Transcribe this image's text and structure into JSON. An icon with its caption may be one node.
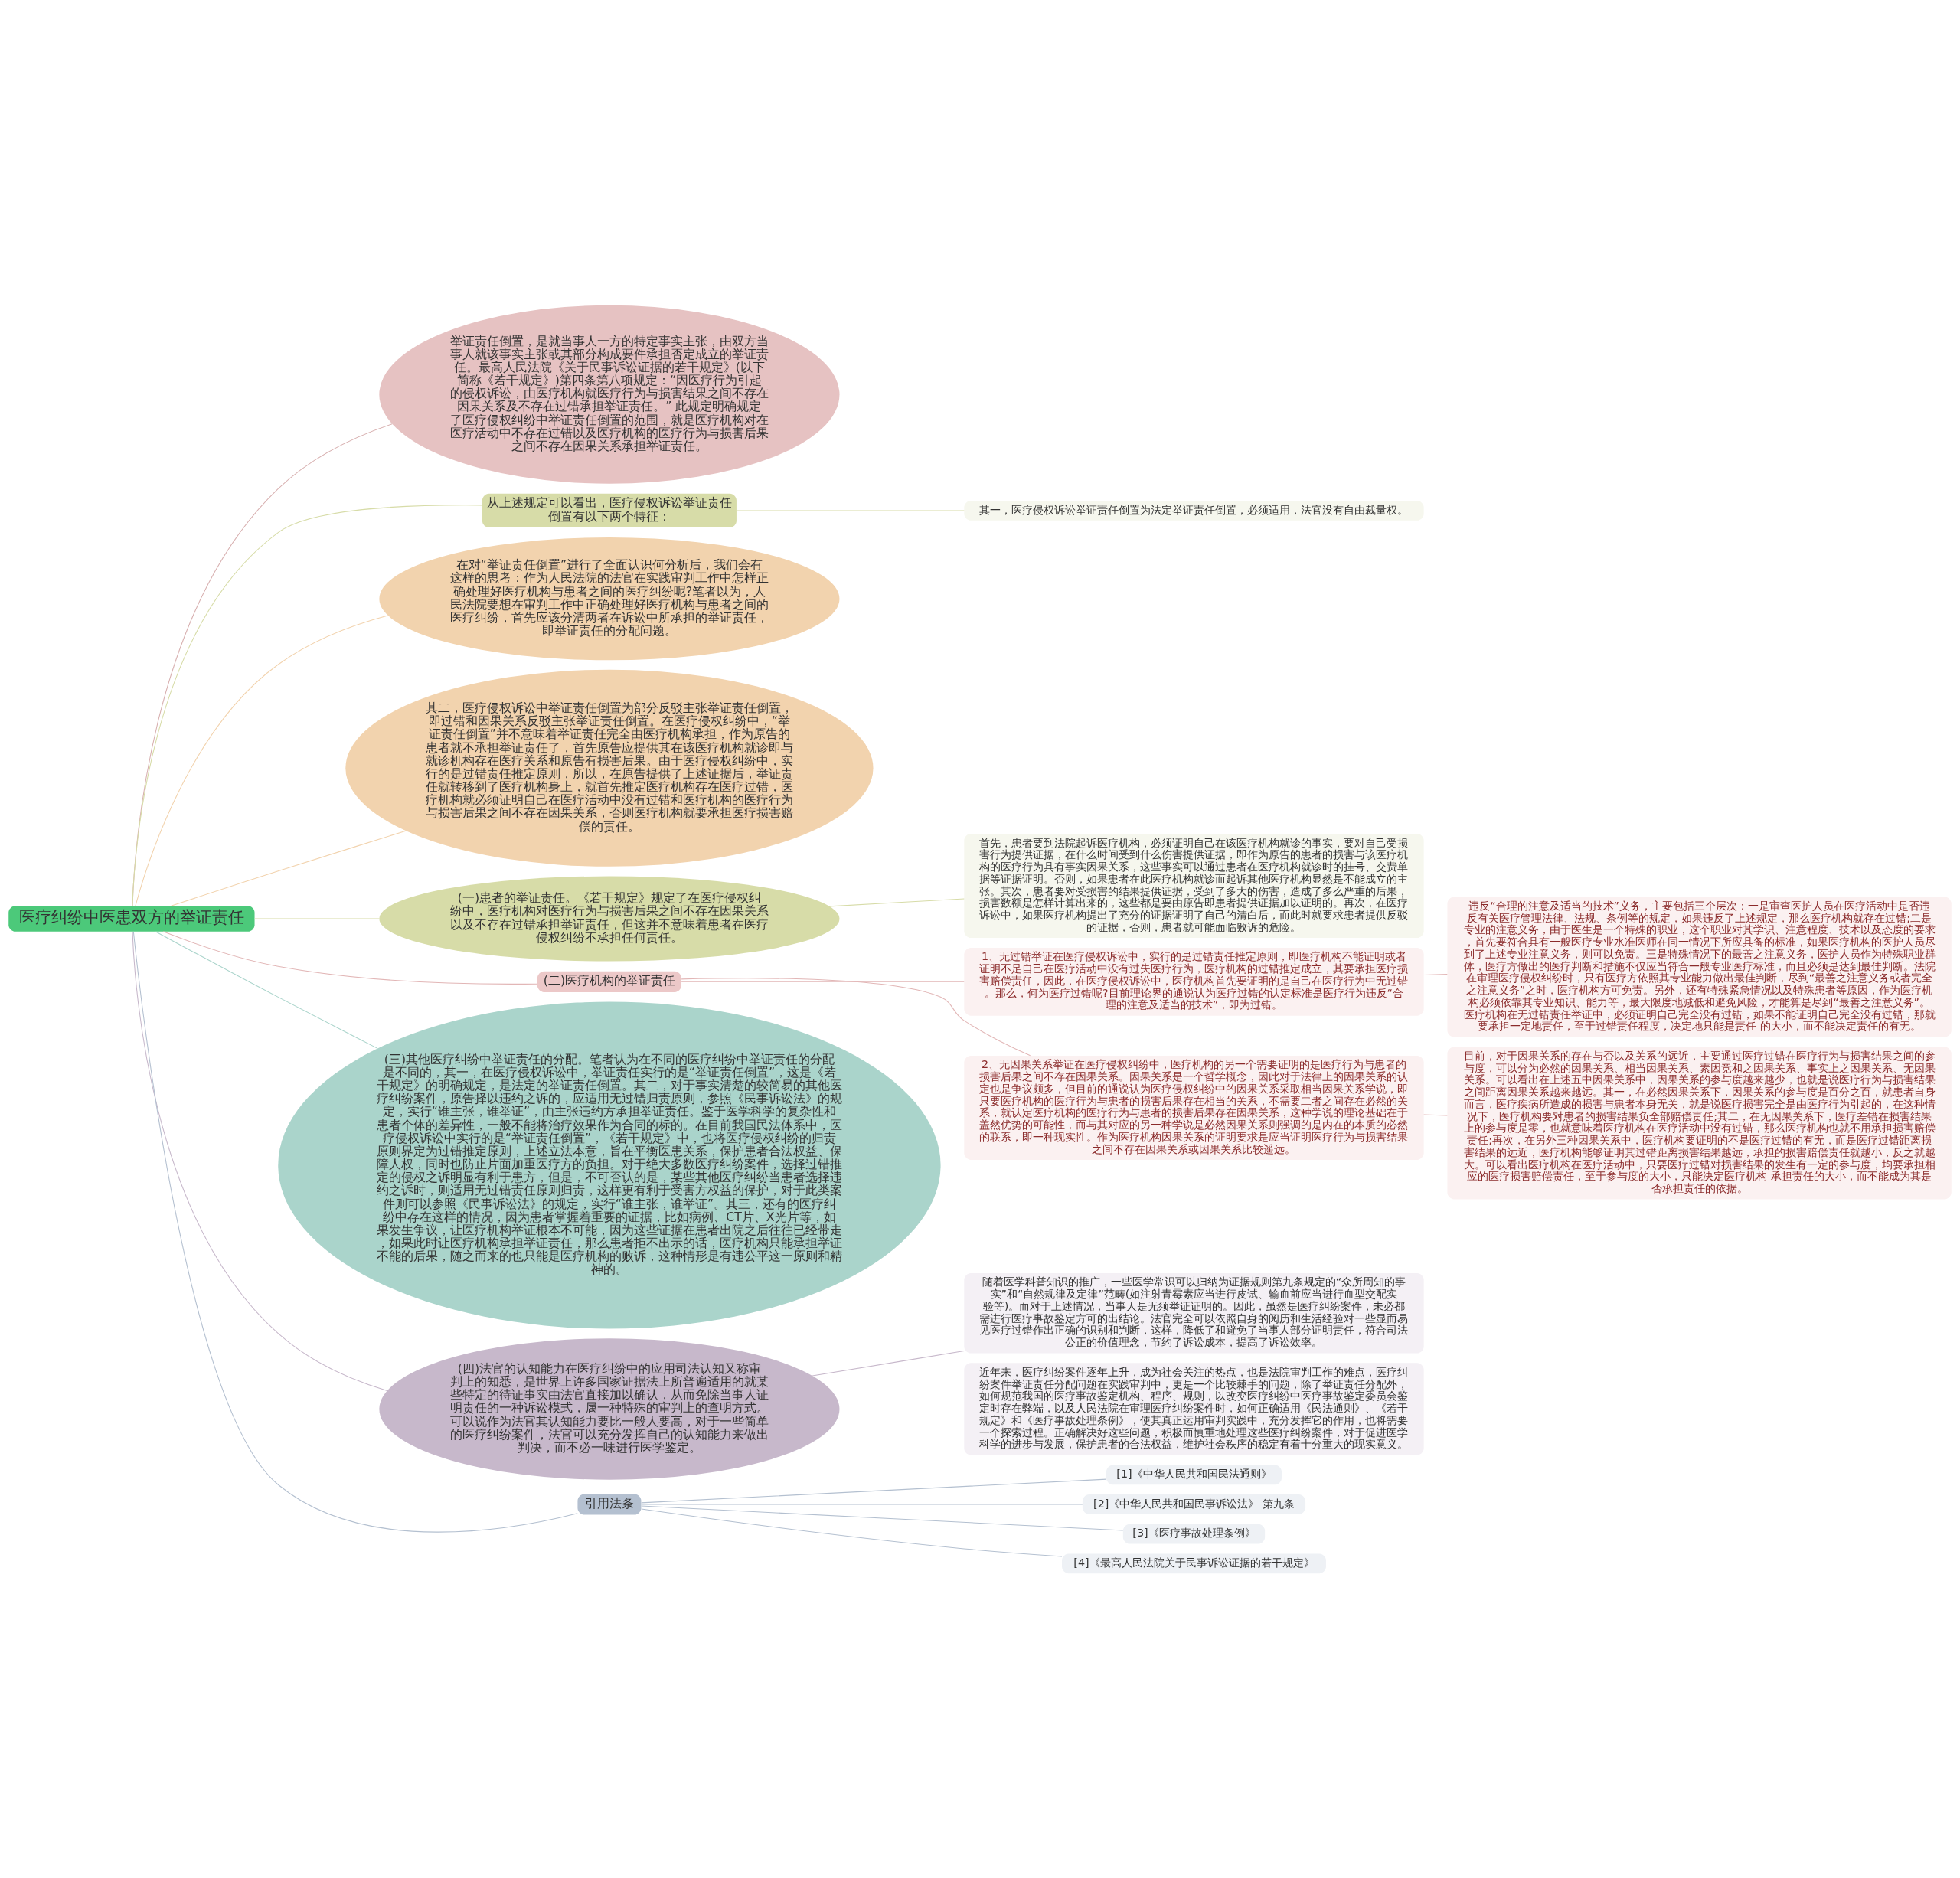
{
  "diagram": {
    "nodes": [
      {
        "text": [
          "医疗纠纷中医患双方的举证责任"
        ]
      },
      {
        "text": [
          "举证责任倒置，是就当事人一方的特定事实主张，由双方当事人就该事实主张或其部分构成要件承担否定成立的举证责任。最高人民法院《关于民事诉讼证据的若干规定》(以下简称《若干规定》)第四条第八项规定：“因医疗行为引起的侵权诉讼，由医疗机构就医疗行为与损害结果之间不存在因果关系及不存在过错承担举证责任。” 此规定明确规定了医疗侵权纠纷中举证责任倒置的范围，就是医疗机构对在医疗活动中不存在过错以及医疗机构的医疗行为与损害后果之间不存在因果关系承担举证责任。"
        ]
      },
      {
        "text": [
          "从上述规定可以看出，医疗侵权诉讼举证责任倒置有以下两个特征："
        ]
      },
      {
        "text": [
          "其一，医疗侵权诉讼举证责任倒置为法定举证责任倒置，必须适用，法官没有自由裁量权。"
        ]
      },
      {
        "text": [
          "在对“举证责任倒置”进行了全面认识何分析后，我们会有这样的思考：作为人民法院的法官在实践审判工作中怎样正确处理好医疗机构与患者之间的医疗纠纷呢?笔者以为，人民法院要想在审判工作中正确处理好医疗机构与患者之间的医疗纠纷，首先应该分清两者在诉讼中所承担的举证责任，即举证责任的分配问题。"
        ]
      },
      {
        "text": [
          "其二，医疗侵权诉讼中举证责任倒置为部分反驳主张举证责任倒置，即过错和因果关系反驳主张举证责任倒置。在医疗侵权纠纷中，“举证责任倒置”并不意味着举证责任完全由医疗机构承担，作为原告的患者就不承担举证责任了，首先原告应提供其在该医疗机构就诊即与就诊机构存在医疗关系和原告有损害后果。由于医疗侵权纠纷中，实行的是过错责任推定原则，所以，在原告提供了上述证据后，举证责任就转移到了医疗机构身上，就首先推定医疗机构存在医疗过错，医疗机构就必须证明自己在医疗活动中没有过错和医疗机构的医疗行为与损害后果之间不存在因果关系，否则医疗机构就要承担医疗损害赔偿的责任。"
        ]
      },
      {
        "text": [
          "(一)患者的举证责任。《若干规定》规定了在医疗侵权纠纷中，医疗机构对医疗行为与损害后果之间不存在因果关系以及不存在过错承担举证责任，但这并不意味着患者在医疗侵权纠纷不承担任何责任。"
        ]
      },
      {
        "text": [
          "首先，患者要到法院起诉医疗机构，必须证明自己在该医疗机构就诊的事实，要对自己受损害行为提供证据，在什么时间受到什么伤害提供证据，即作为原告的患者的损害与该医疗机构的医疗行为具有事实因果关系，这些事实可以通过患者在医疗机构就诊时的挂号、交费单据等证据证明。否则，如果患者在此医疗机构就诊而起诉其他医疗机构显然是不能成立的主张。其次，患者要对受损害的结果提供证据，受到了多大的伤害，造成了多么严重的后果，损害数额是怎样计算出来的，这些都是要由原告即患者提供证据加以证明的。再次，在医疗诉讼中，如果医疗机构提出了充分的证据证明了自己的清白后，而此时就要求患者提供反驳的证据，否则，患者就可能面临败诉的危险。"
        ]
      },
      {
        "text": [
          "(二)医疗机构的举证责任"
        ]
      },
      {
        "text": [
          "1、无过错举证在医疗侵权诉讼中，实行的是过错责任推定原则，即医疗机构不能证明或者证明不足自己在医疗活动中没有过失医疗行为，医疗机构的过错推定成立，其要承担医疗损害赔偿责任，因此，在医疗侵权诉讼中，医疗机构首先要证明的是自己在医疗行为中无过错。那么，何为医疗过错呢?目前理论界的通说认为医疗过错的认定标准是医疗行为违反“合理的注意及适当的技术”，即为过错。"
        ]
      },
      {
        "text": [
          "违反“合理的注意及适当的技术”义务，主要包括三个层次：一是审查医护人员在医疗活动中是否违反有关医疗管理法律、法规、条例等的规定，如果违反了上述规定，那么医疗机构就存在过错;二是专业的注意义务，由于医生是一个特殊的职业，这个职业对其学识、注意程度、技术以及态度的要求，首先要符合具有一般医疗专业水准医师在同一情况下所应具备的标准，如果医疗机构的医护人员尽到了上述专业注意义务，则可以免责。三是特殊情况下的最善之注意义务，医护人员作为特殊职业群体，医疗方做出的医疗判断和措施不仅应当符合一般专业医疗标准，而且必须是达到最佳判断。法院在审理医疗侵权纠纷时，只有医疗方依照其专业能力做出最佳判断，尽到“最善之注意义务或者完全之注意义务”之时，医疗机构方可免责。另外，还有特殊紧急情况以及特殊患者等原因，作为医疗机构必须依靠其专业知识、能力等，最大限度地减低和避免风险，才能算是尽到“最善之注意义务”。医疗机构在无过错责任举证中，必须证明自己完全没有过错，如果不能证明自己完全没有过错，那就要承担一定地责任，至于过错责任程度，决定地只能是责任 的大小，而不能决定责任的有无。"
        ]
      },
      {
        "text": [
          "2、无因果关系举证在医疗侵权纠纷中，医疗机构的另一个需要证明的是医疗行为与患者的损害后果之间不存在因果关系。因果关系是一个哲学概念，因此对于法律上的因果关系的认定也是争议颇多，但目前的通说认为医疗侵权纠纷中的因果关系采取相当因果关系学说，即只要医疗机构的医疗行为与患者的损害后果存在相当的关系，不需要二者之间存在必然的关系，就认定医疗机构的医疗行为与患者的损害后果存在因果关系，这种学说的理论基础在于盖然优势的可能性，而与其对应的另一种学说是必然因果关系则强调的是内在的本质的必然的联系，即一种现实性。作为医疗机构因果关系的证明要求是应当证明医疗行为与损害结果之间不存在因果关系或因果关系比较遥远。"
        ]
      },
      {
        "text": [
          "目前，对于因果关系的存在与否以及关系的远近，主要通过医疗过错在医疗行为与损害结果之间的参与度，可以分为必然的因果关系、相当因果关系、素因竞和之因果关系、事实上之因果关系、无因果关系。可以看出在上述五中因果关系中，因果关系的参与度越来越少，也就是说医疗行为与损害结果之间距离因果关系越来越远。其一，在必然因果关系下，因果关系的参与度是百分之百，就患者自身而言，医疗疾病所造成的损害与患者本身无关，就是说医疗损害完全是由医疗行为引起的，在这种情况下，医疗机构要对患者的损害结果负全部赔偿责任;其二，在无因果关系下，医疗差错在损害结果上的参与度是零，也就意味着医疗机构在医疗活动中没有过错，那么医疗机构也就不用承担损害赔偿责任;再次，在另外三种因果关系中，医疗机构要证明的不是医疗过错的有无，而是医疗过错距离损害结果的远近，医疗机构能够证明其过错距离损害结果越远，承担的损害赔偿责任就越小，反之就越大。可以看出医疗机构在医疗活动中，只要医疗过错对损害结果的发生有一定的参与度，均要承担相应的医疗损害赔偿责任，至于参与度的大小，只能决定医疗机构 承担责任的大小，而不能成为其是否承担责任的依据。"
        ]
      },
      {
        "text": [
          "(三)其他医疗纠纷中举证责任的分配。笔者认为在不同的医疗纠纷中举证责任的分配是不同的，其一，在医疗侵权诉讼中，举证责任实行的是“举证责任倒置”，这是《若干规定》的明确规定，是法定的举证责任倒置。其二，对于事实清楚的较简易的其他医疗纠纷案件，原告择以违约之诉的，应适用无过错归责原则，参照《民事诉讼法》的规定，实行“谁主张，谁举证”，由主张违约方承担举证责任。鉴于医学科学的复杂性和患者个体的差异性，一般不能将治疗效果作为合同的标的。在目前我国民法体系中，医疗侵权诉讼中实行的是“举证责任倒置”，《若干规定》中，也将医疗侵权纠纷的归责原则界定为过错推定原则，上述立法本意，旨在平衡医患关系，保护患者合法权益、保障人权，同时也防止片面加重医疗方的负担。对于绝大多数医疗纠纷案件，选择过错推定的侵权之诉明显有利于患方，但是，不可否认的是，某些其他医疗纠纷当患者选择违约之诉时，则适用无过错责任原则归责，这样更有利于受害方权益的保护，对于此类案件则可以参照《民事诉讼法》的规定，实行“谁主张，谁举证”。其三，还有的医疗纠纷中存在这样的情况，因为患者掌握着重要的证据，比如病例、CT片、X光片等，如果发生争议，让医疗机构举证根本不可能，因为这些证据在患者出院之后往往已经带走，如果此时让医疗机构承担举证责任，那么患者拒不出示的话，医疗机构只能承担举证不能的后果，随之而来的也只能是医疗机构的败诉，这种情形是有违公平这一原则和精神的。"
        ]
      },
      {
        "text": [
          "(四)法官的认知能力在医疗纠纷中的应用司法认知又称审判上的知悉，是世界上许多国家证据法上所普遍适用的就某些特定的待证事实由法官直接加以确认，从而免除当事人证明责任的一种诉讼模式，属一种特殊的审判上的查明方式。可以说作为法官其认知能力要比一般人要高，对于一些简单的医疗纠纷案件，法官可以充分发挥自己的认知能力来做出判决，而不必一味进行医学鉴定。"
        ]
      },
      {
        "text": [
          "随着医学科普知识的推广，一些医学常识可以归纳为证据规则第九条规定的“众所周知的事实”和“自然规律及定律”范畴(如注射青霉素应当进行皮试、输血前应当进行血型交配实验等)。而对于上述情况，当事人是无须举证证明的。因此，虽然是医疗纠纷案件，未必都需进行医疗事故鉴定方可的出结论。法官完全可以依照自身的阅历和生活经验对一些显而易见医疗过错作出正确的识别和判断，这样，降低了和避免了当事人部分证明责任，符合司法公正的价值理念，节约了诉讼成本，提高了诉讼效率。"
        ]
      },
      {
        "text": [
          "近年来，医疗纠纷案件逐年上升，成为社会关注的热点，也是法院审判工作的难点，医疗纠纷案件举证责任分配问题在实践审判中，更是一个比较棘手的问题，除了举证责任分配外，如何规范我国的医疗事故鉴定机构、程序、规则，以改变医疗纠纷中医疗事故鉴定委员会鉴定时存在弊端，以及人民法院在审理医疗纠纷案件时，如何正确适用《民法通则》、《若干规定》和《医疗事故处理条例》，使其真正运用审判实践中，充分发挥它的作用，也将需要一个探索过程。正确解决好这些问题，积极而慎重地处理这些医疗纠纷案件，对于促进医学科学的进步与发展，保护患者的合法权益，维护社会秩序的稳定有着十分重大的现实意义。"
        ]
      },
      {
        "text": [
          "引用法条"
        ]
      },
      {
        "text": [
          "[1]《中华人民共和国民法通则》"
        ]
      },
      {
        "text": [
          "[2]《中华人民共和国民事诉讼法》 第九条"
        ]
      },
      {
        "text": [
          "[3]《医疗事故处理条例》"
        ]
      },
      {
        "text": [
          "[4]《最高人民法院关于民事诉讼证据的若干规定》"
        ]
      }
    ],
    "edges": [
      {
        "from": 0,
        "to": 1,
        "arrow": "none"
      },
      {
        "from": 0,
        "to": 2,
        "arrow": "none"
      },
      {
        "from": 2,
        "to": 3,
        "arrow": "none"
      },
      {
        "from": 0,
        "to": 4,
        "arrow": "none"
      },
      {
        "from": 0,
        "to": 5,
        "arrow": "none"
      },
      {
        "from": 0,
        "to": 6,
        "arrow": "none"
      },
      {
        "from": 6,
        "to": 7,
        "arrow": "none"
      },
      {
        "from": 0,
        "to": 8,
        "arrow": "none"
      },
      {
        "from": 8,
        "to": 9,
        "arrow": "none"
      },
      {
        "from": 9,
        "to": 10,
        "arrow": "none"
      },
      {
        "from": 8,
        "to": 11,
        "arrow": "none"
      },
      {
        "from": 11,
        "to": 12,
        "arrow": "none"
      },
      {
        "from": 0,
        "to": 13,
        "arrow": "none"
      },
      {
        "from": 0,
        "to": 14,
        "arrow": "none"
      },
      {
        "from": 14,
        "to": 15,
        "arrow": "none"
      },
      {
        "from": 14,
        "to": 16,
        "arrow": "none"
      },
      {
        "from": 0,
        "to": 17,
        "arrow": "none"
      },
      {
        "from": 17,
        "to": 18,
        "arrow": "none"
      },
      {
        "from": 17,
        "to": 19,
        "arrow": "none"
      },
      {
        "from": 17,
        "to": 20,
        "arrow": "none"
      },
      {
        "from": 17,
        "to": 21,
        "arrow": "none"
      }
    ]
  }
}
